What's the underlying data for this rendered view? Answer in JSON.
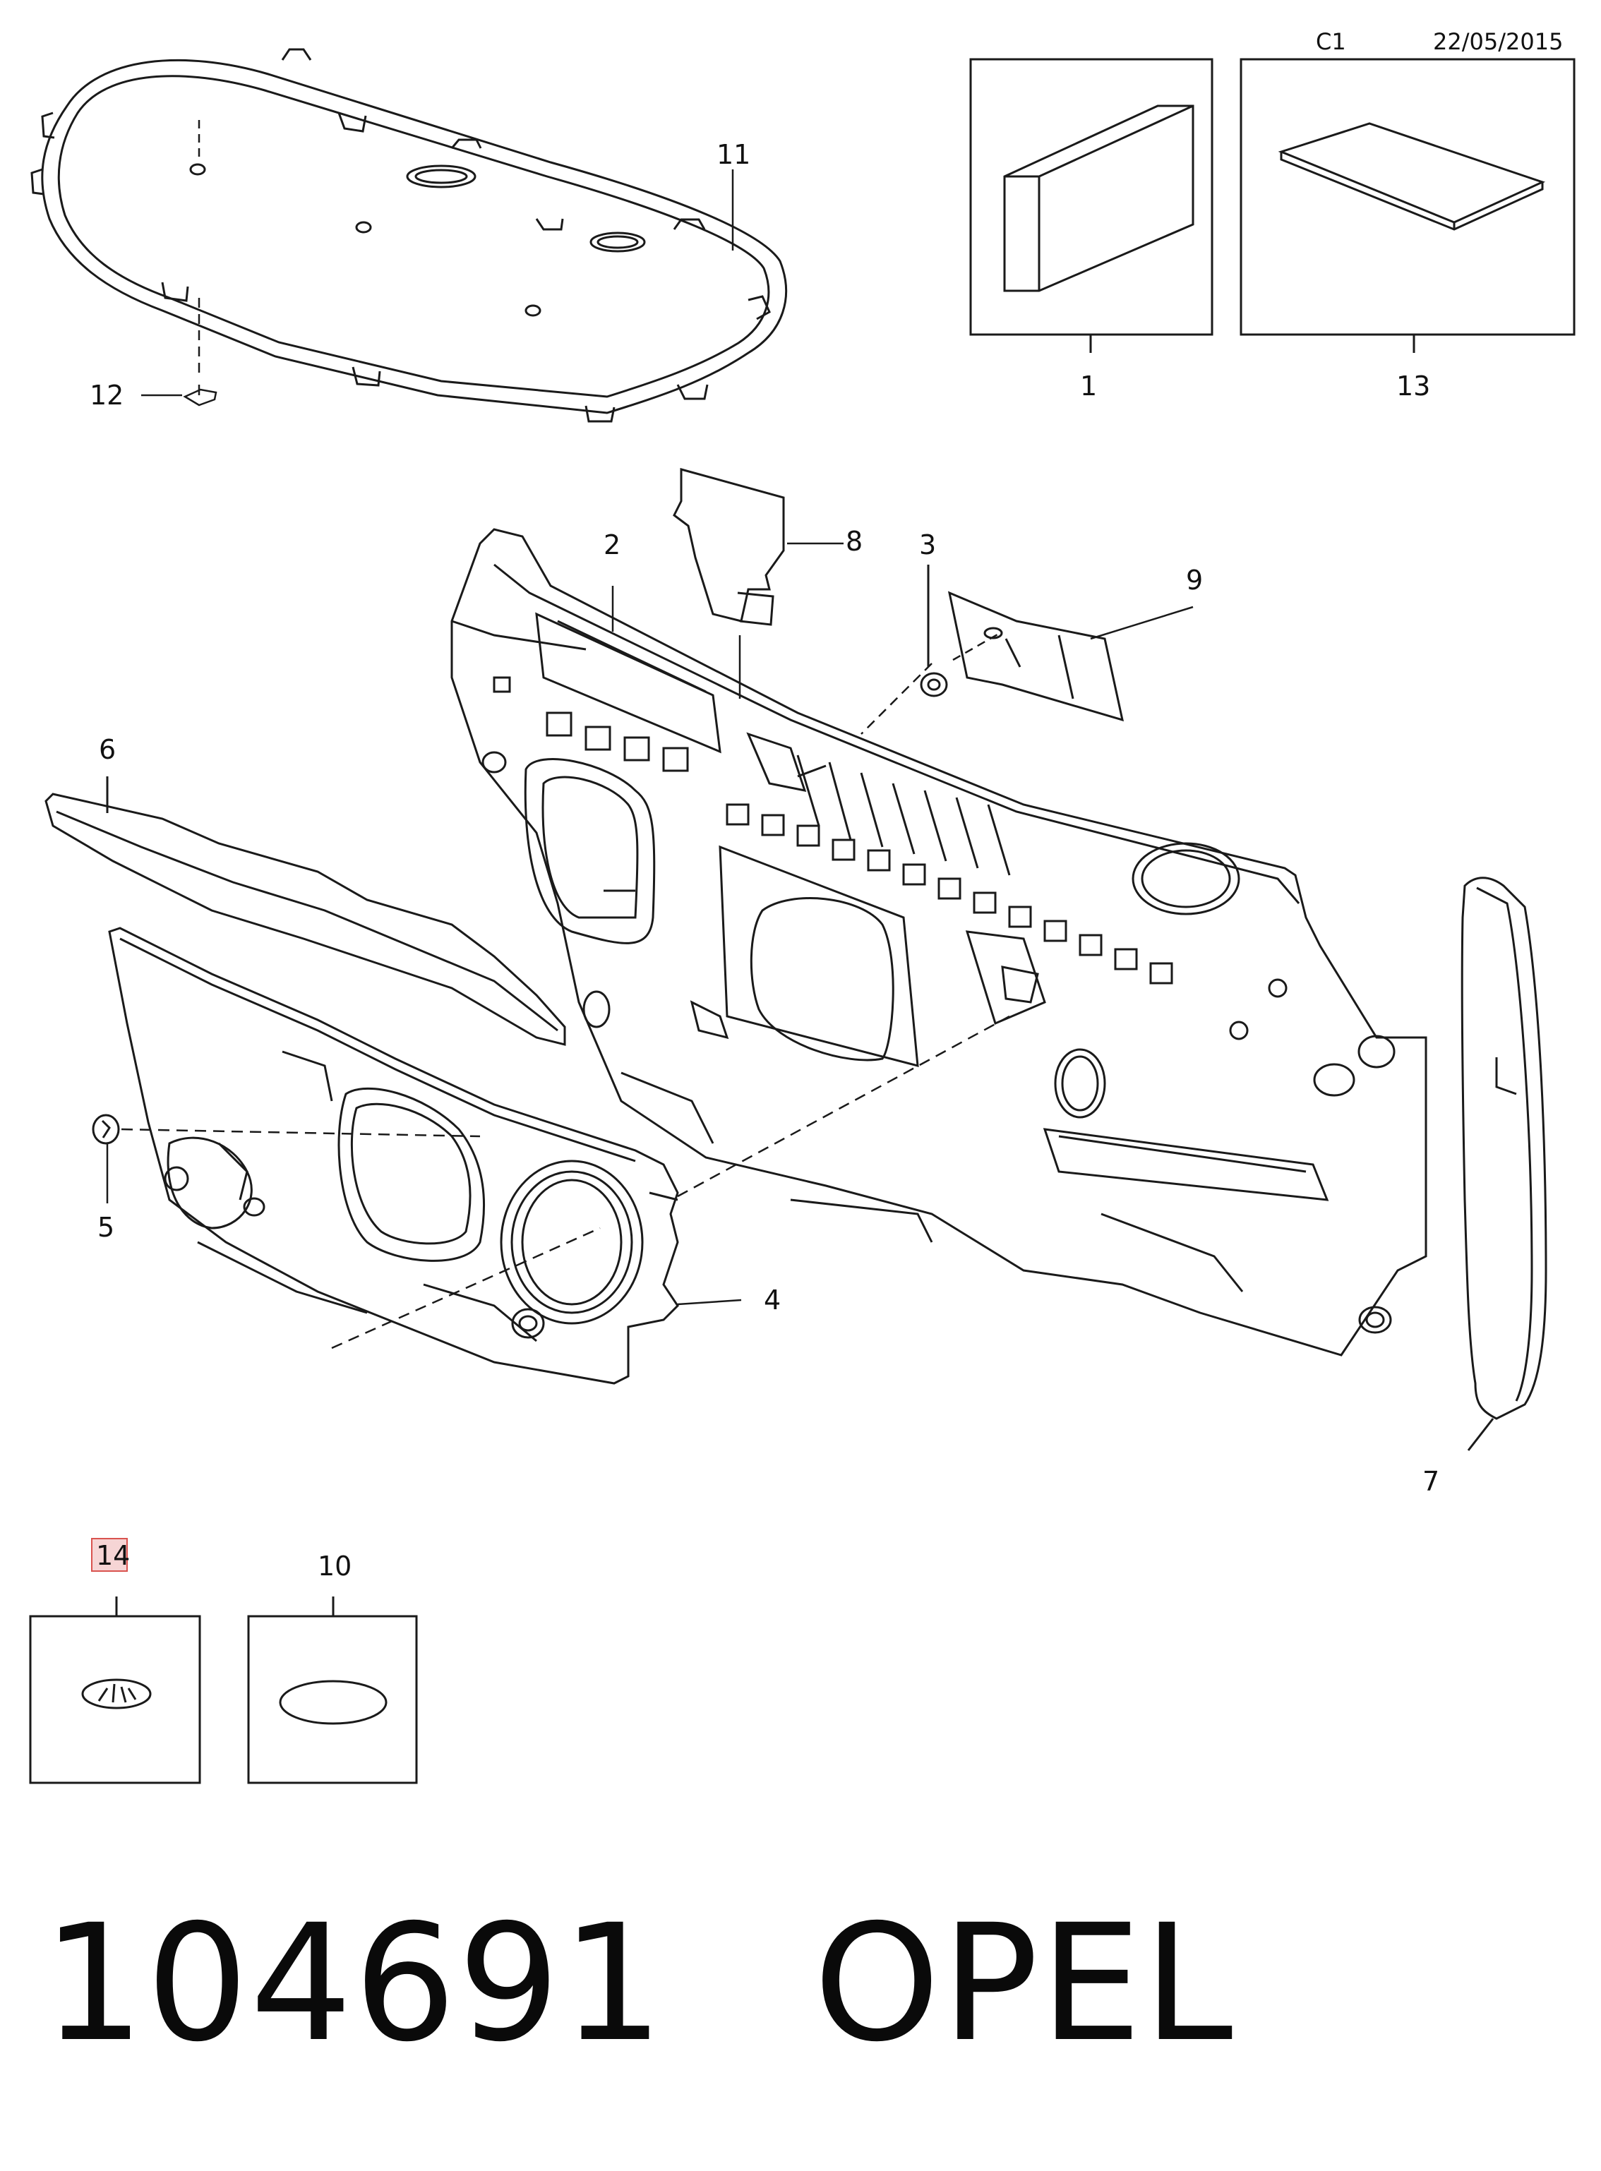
{
  "header": {
    "code": "C1",
    "date": "22/05/2015"
  },
  "callouts": {
    "n1": "1",
    "n2": "2",
    "n3": "3",
    "n4": "4",
    "n5": "5",
    "n6": "6",
    "n7": "7",
    "n8": "8",
    "n9": "9",
    "n10": "10",
    "n11": "11",
    "n12": "12",
    "n13": "13",
    "n14": "14"
  },
  "footer": {
    "part_number": "104691",
    "brand": "OPEL"
  },
  "colors": {
    "line": "#1a1a1a",
    "highlight": "#d9534f",
    "highlight_fill": "#f6d5d5"
  }
}
